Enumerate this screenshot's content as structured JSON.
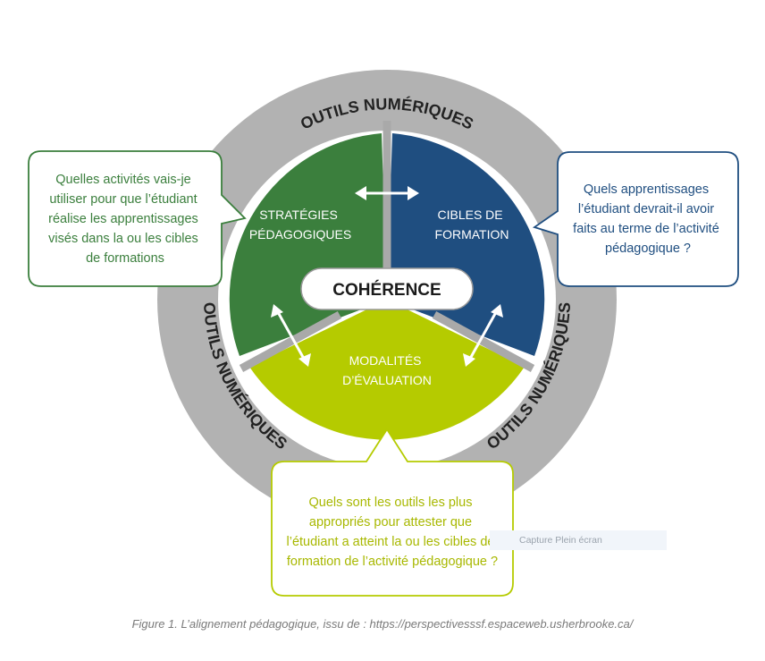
{
  "outer_ring": {
    "label_top": "OUTILS NUMÉRIQUES",
    "label_left": "OUTILS NUMÉRIQUES",
    "label_right": "OUTILS NUMÉRIQUES"
  },
  "sectors": {
    "strategies": [
      "STRATÉGIES",
      "PÉDAGOGIQUES"
    ],
    "cibles": [
      "CIBLES DE",
      "FORMATION"
    ],
    "modalites": [
      "MODALITÉS",
      "D’ÉVALUATION"
    ]
  },
  "center_label": "COHÉRENCE",
  "callouts": {
    "left": [
      "Quelles activités vais-je",
      "utiliser pour que l’étudiant",
      "réalise les apprentissages",
      "visés dans la ou les cibles",
      "de formations"
    ],
    "right": [
      "Quels apprentissages",
      "l’étudiant devrait-il avoir",
      "faits au terme de l’activité",
      "pédagogique ?"
    ],
    "bottom": [
      "Quels sont les outils les plus",
      "appropriés pour attester que",
      "l’étudiant a atteint la ou les cibles de",
      "formation de l’activité pédagogique ?"
    ]
  },
  "colors": {
    "ring": "#b2b2b2",
    "strategies": "#3b7f3d",
    "cibles": "#1f4e80",
    "modalites": "#b5cb00",
    "left_text": "#3b7f3d",
    "right_text": "#1f4e80",
    "bottom_text": "#a8b800"
  },
  "overlay_label": "Capture Plein écran",
  "caption": "Figure 1. L’alignement pédagogique, issu de : https://perspectivesssf.espaceweb.usherbrooke.ca/"
}
